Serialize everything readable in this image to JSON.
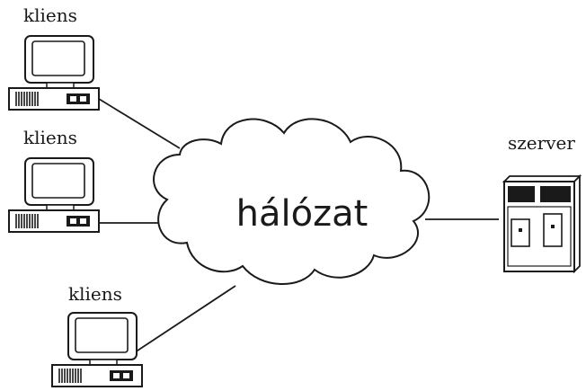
{
  "network": {
    "label": "hálózat"
  },
  "clients": [
    {
      "label": "kliens"
    },
    {
      "label": "kliens"
    },
    {
      "label": "kliens"
    }
  ],
  "server": {
    "label": "szerver"
  },
  "colors": {
    "ink": "#1a1a1a",
    "screen": "#ffffff",
    "background": "#ffffff"
  },
  "icons": {
    "client": "desktop-computer-icon",
    "server": "server-cabinet-icon",
    "network": "cloud-icon"
  }
}
